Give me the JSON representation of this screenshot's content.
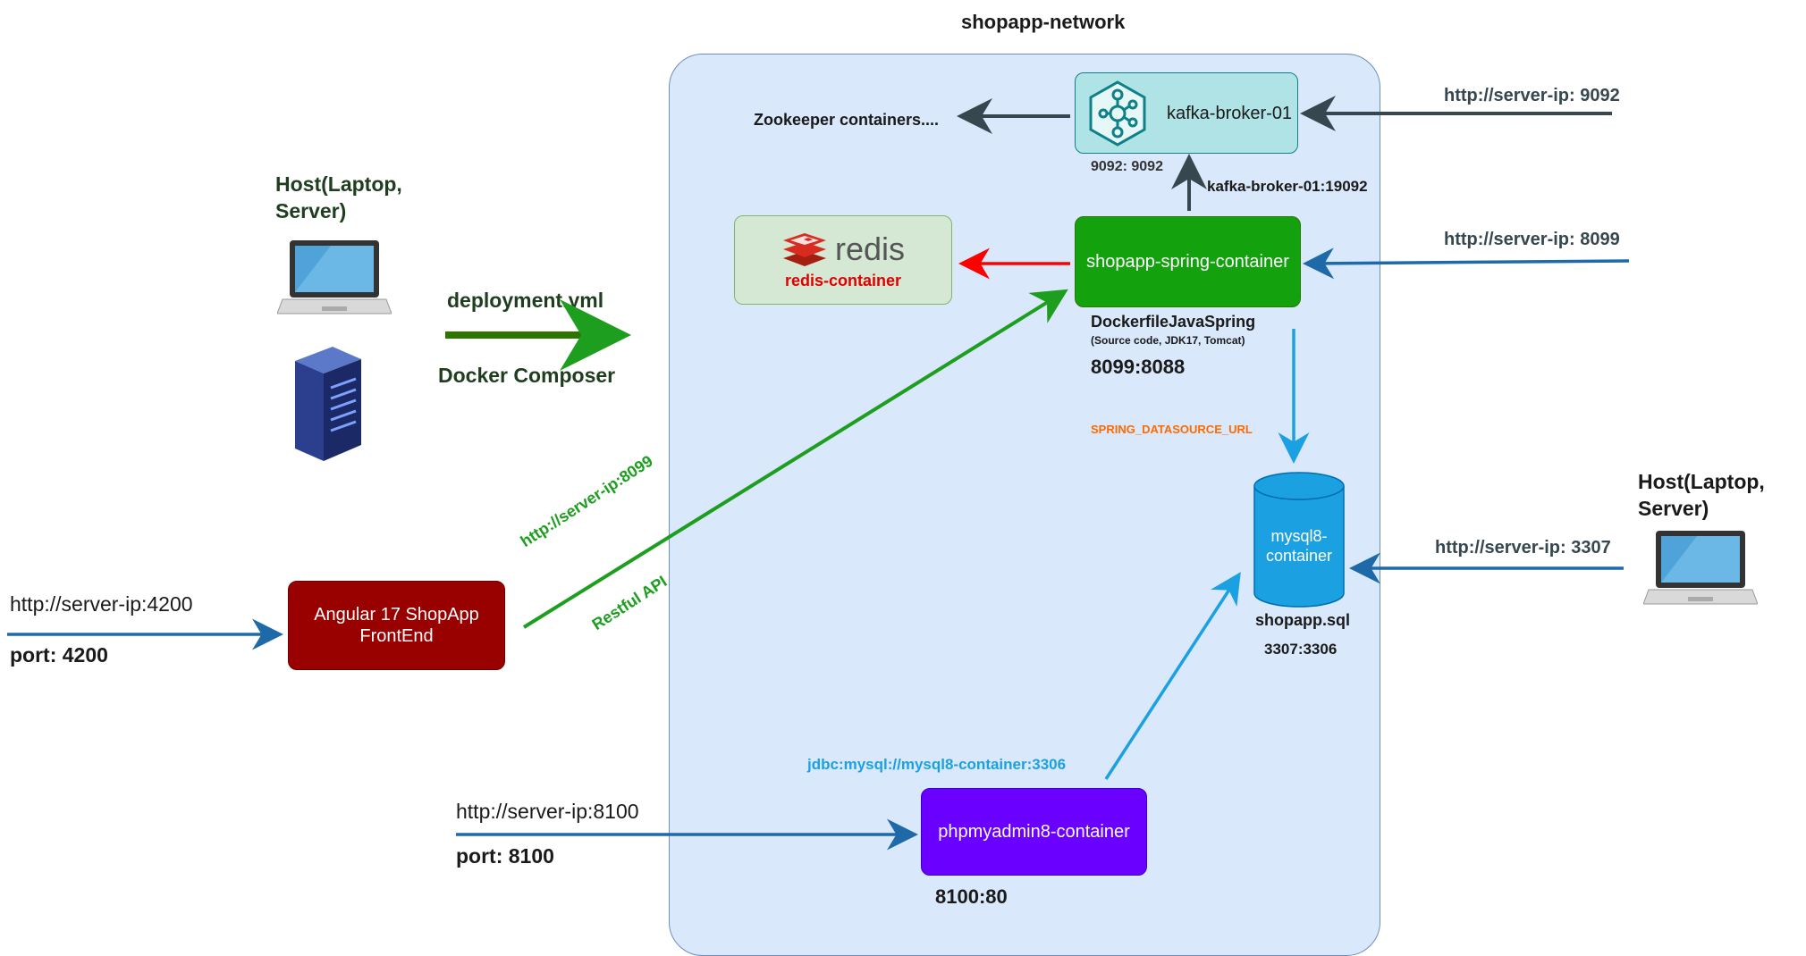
{
  "network": {
    "title": "shopapp-network"
  },
  "kafka": {
    "label": "kafka-broker-01",
    "port": "9092: 9092",
    "internal_url": "kafka-broker-01:19092",
    "external_url": "http://server-ip: 9092"
  },
  "zookeeper": {
    "label": "Zookeeper containers...."
  },
  "redis": {
    "logo_text": "redis",
    "label": "redis-container"
  },
  "spring": {
    "label": "shopapp-spring-container",
    "dockerfile": "DockerfileJavaSpring",
    "dockerfile_note": "(Source code, JDK17, Tomcat)",
    "port": "8099:8088",
    "external_url": "http://server-ip: 8099",
    "datasource_env": "SPRING_DATASOURCE_URL"
  },
  "mysql": {
    "label": "mysql8-\ncontainer",
    "sql_file": "shopapp.sql",
    "port": "3307:3306",
    "external_url": "http://server-ip: 3307"
  },
  "phpmyadmin": {
    "label": "phpmyadmin8-container",
    "port": "8100:80",
    "jdbc_url": "jdbc:mysql://mysql8-container:3306",
    "external_url": "http://server-ip:8100",
    "external_port": "port: 8100"
  },
  "angular": {
    "label": "Angular 17 ShopApp\nFrontEnd",
    "external_url": "http://server-ip:4200",
    "external_port": "port: 4200",
    "api_url": "http://server-ip:8099",
    "api_type": "Restful API"
  },
  "host_left": {
    "label": "Host(Laptop,\nServer)"
  },
  "host_right": {
    "label": "Host(Laptop,\nServer)"
  },
  "deployment": {
    "file": "deployment.yml",
    "tool": "Docker Composer"
  },
  "colors": {
    "green_arrow": "#1e9e1e",
    "blue_arrow": "#1e6aa8",
    "red_arrow": "#ff0000",
    "dark_arrow": "#37474f",
    "mysql_fill": "#1ba1e2",
    "datasource_text": "#ff6a00"
  }
}
